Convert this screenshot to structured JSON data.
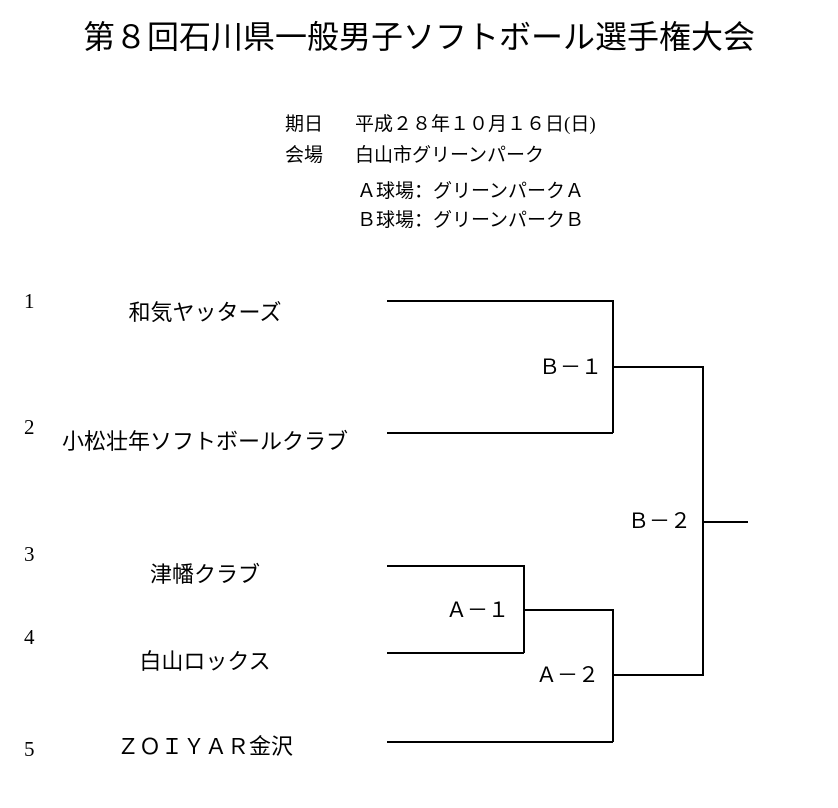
{
  "page": {
    "title": "第８回石川県一般男子ソフトボール選手権大会"
  },
  "info": {
    "date_label": "期日",
    "date_value": "平成２８年１０月１６日(日)",
    "venue_label": "会場",
    "venue_value": "白山市グリーンパーク",
    "field_a": "Ａ球場：グリーンパークＡ",
    "field_b": "Ｂ球場：グリーンパークＢ"
  },
  "bracket": {
    "teams": [
      {
        "seed": "1",
        "name": "和気ヤッターズ"
      },
      {
        "seed": "2",
        "name": "小松壮年ソフトボールクラブ"
      },
      {
        "seed": "3",
        "name": "津幡クラブ"
      },
      {
        "seed": "4",
        "name": "白山ロックス"
      },
      {
        "seed": "5",
        "name": "ＺＯＩＹＡＲ金沢"
      }
    ],
    "matches": [
      {
        "id": "B-1",
        "label": "Ｂ－１"
      },
      {
        "id": "B-2",
        "label": "Ｂ－２"
      },
      {
        "id": "A-1",
        "label": "Ａ－１"
      },
      {
        "id": "A-2",
        "label": "Ａ－２"
      }
    ]
  },
  "colors": {
    "background": "#ffffff",
    "text": "#000000",
    "line": "#000000"
  }
}
